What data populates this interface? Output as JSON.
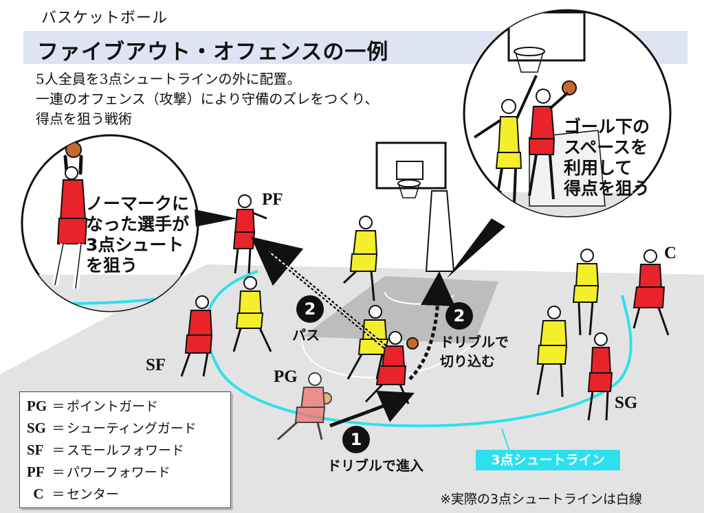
{
  "header": {
    "category": "バスケットボール",
    "title": "ファイブアウト・オフェンスの一例",
    "description": [
      "5人全員を3点シュートラインの外に配置。",
      "一連のオフェンス（攻撃）により守備のズレをつくり、",
      "得点を狙う戦術"
    ]
  },
  "callouts": {
    "left": [
      "ノーマークに",
      "なった選手が",
      "3点シュート",
      "を狙う"
    ],
    "right": [
      "ゴール下の",
      "スペースを",
      "利用して",
      "得点を狙う"
    ]
  },
  "positions": {
    "pf": "PF",
    "sf": "SF",
    "pg": "PG",
    "sg": "SG",
    "c": "C"
  },
  "steps": {
    "step1": {
      "number": "1",
      "label": "ドリブルで進入"
    },
    "step2_pass": {
      "number": "2",
      "label": "パス"
    },
    "step2_drive": {
      "number": "2",
      "label_lines": [
        "ドリブルで",
        "切り込む"
      ]
    }
  },
  "legend": [
    {
      "abbr": "PG",
      "name": "ポイントガード"
    },
    {
      "abbr": "SG",
      "name": "シューティングガード"
    },
    {
      "abbr": "SF",
      "name": "スモールフォワード"
    },
    {
      "abbr": "PF",
      "name": "パワーフォワード"
    },
    {
      "abbr": "C",
      "name": "センター"
    }
  ],
  "legend_eq": "＝",
  "three_point_line_label": "3点シュートライン",
  "footnote": "※実際の3点シュートラインは白線",
  "colors": {
    "offense": "#e8232a",
    "defense": "#f5ee2a",
    "three_point_line": "#2ee0ee",
    "court": "#e3e3e3",
    "paint": "#bfbfbf",
    "title_band": "#dfe4f3"
  }
}
